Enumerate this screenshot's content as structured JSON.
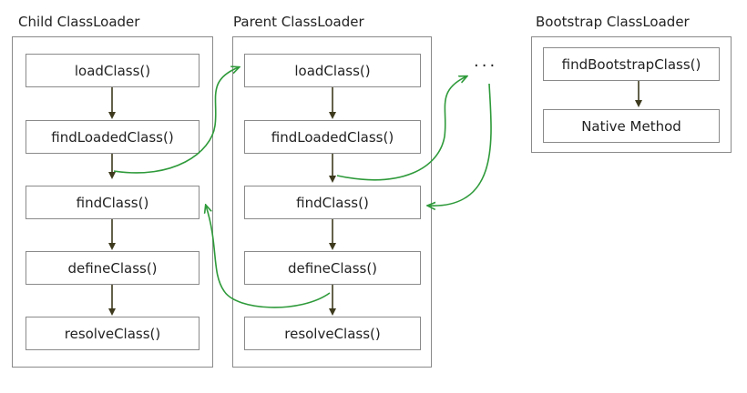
{
  "colors": {
    "box_border": "#8a8a8a",
    "down_arrow": "#3d3a1e",
    "delegation_arrow": "#2e9a3a"
  },
  "child": {
    "title": "Child ClassLoader",
    "methods": [
      "loadClass()",
      "findLoadedClass()",
      "findClass()",
      "defineClass()",
      "resolveClass()"
    ]
  },
  "parent": {
    "title": "Parent ClassLoader",
    "methods": [
      "loadClass()",
      "findLoadedClass()",
      "findClass()",
      "defineClass()",
      "resolveClass()"
    ]
  },
  "bootstrap": {
    "title": "Bootstrap ClassLoader",
    "methods": [
      "findBootstrapClass()",
      "Native Method"
    ]
  },
  "ellipsis": "···"
}
